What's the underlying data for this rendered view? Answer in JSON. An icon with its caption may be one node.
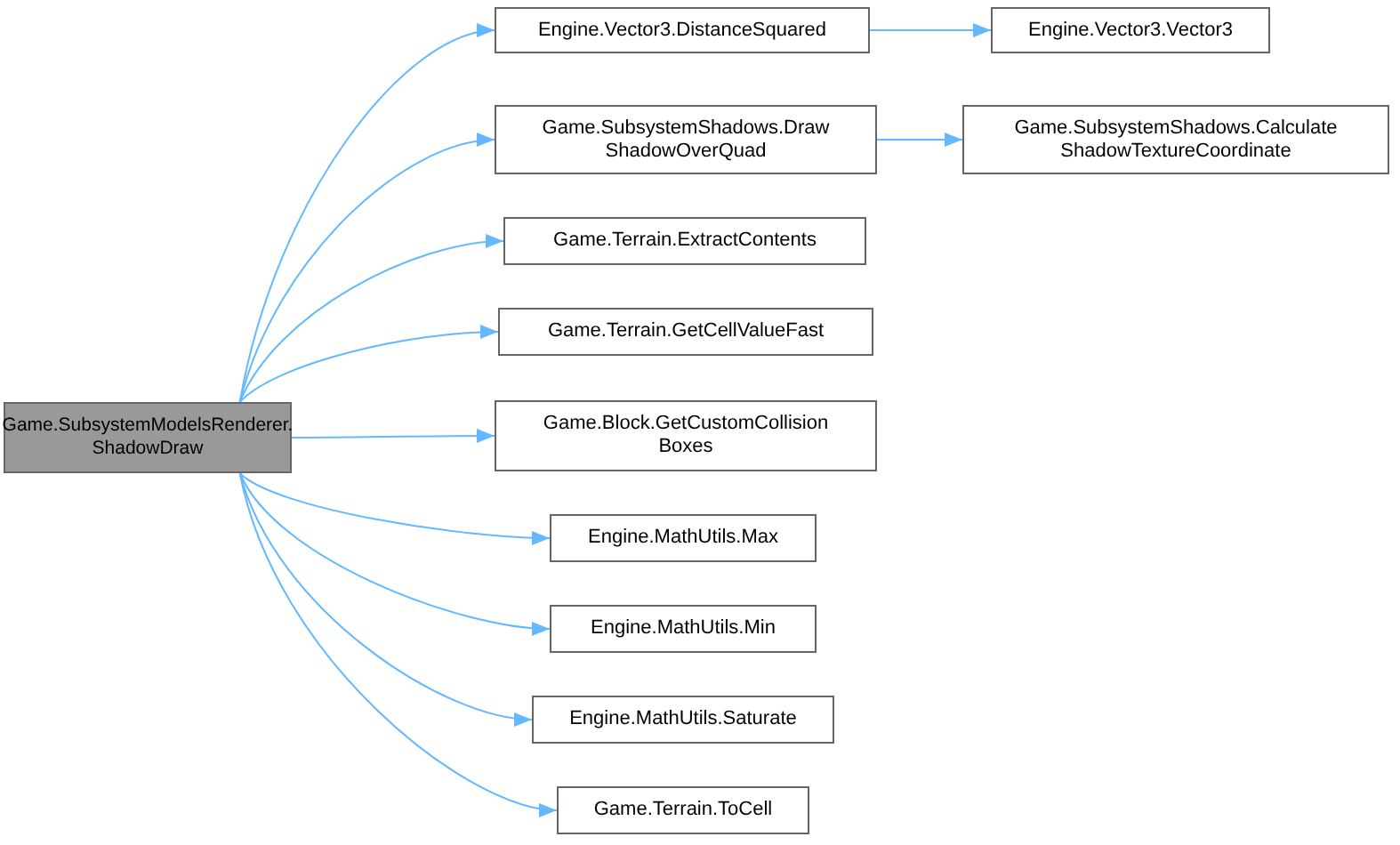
{
  "diagram": {
    "nodes": [
      {
        "text": [
          "Game.SubsystemModelsRenderer. ShadowDraw"
        ]
      },
      {
        "text": [
          "Engine.Vector3.DistanceSquared"
        ]
      },
      {
        "text": [
          "Game.SubsystemShadows.Draw ShadowOverQuad"
        ]
      },
      {
        "text": [
          "Engine.Vector3.Vector3"
        ]
      },
      {
        "text": [
          "Game.SubsystemShadows.Calculate ShadowTextureCoordinate"
        ]
      },
      {
        "text": [
          "Game.Terrain.ExtractContents"
        ]
      },
      {
        "text": [
          "Game.Terrain.GetCellValueFast"
        ]
      },
      {
        "text": [
          "Game.Block.GetCustomCollision Boxes"
        ]
      },
      {
        "text": [
          "Engine.MathUtils.Max"
        ]
      },
      {
        "text": [
          "Engine.MathUtils.Min"
        ]
      },
      {
        "text": [
          "Engine.MathUtils.Saturate"
        ]
      },
      {
        "text": [
          "Game.Terrain.ToCell"
        ]
      }
    ],
    "edges": [
      {
        "from": 0,
        "to": 1,
        "arrow": "to"
      },
      {
        "from": 0,
        "to": 2,
        "arrow": "to"
      },
      {
        "from": 0,
        "to": 5,
        "arrow": "to"
      },
      {
        "from": 0,
        "to": 6,
        "arrow": "to"
      },
      {
        "from": 0,
        "to": 7,
        "arrow": "to"
      },
      {
        "from": 0,
        "to": 8,
        "arrow": "to"
      },
      {
        "from": 0,
        "to": 9,
        "arrow": "to"
      },
      {
        "from": 0,
        "to": 10,
        "arrow": "to"
      },
      {
        "from": 0,
        "to": 11,
        "arrow": "to"
      },
      {
        "from": 1,
        "to": 3,
        "arrow": "to"
      },
      {
        "from": 2,
        "to": 4,
        "arrow": "to"
      }
    ]
  }
}
